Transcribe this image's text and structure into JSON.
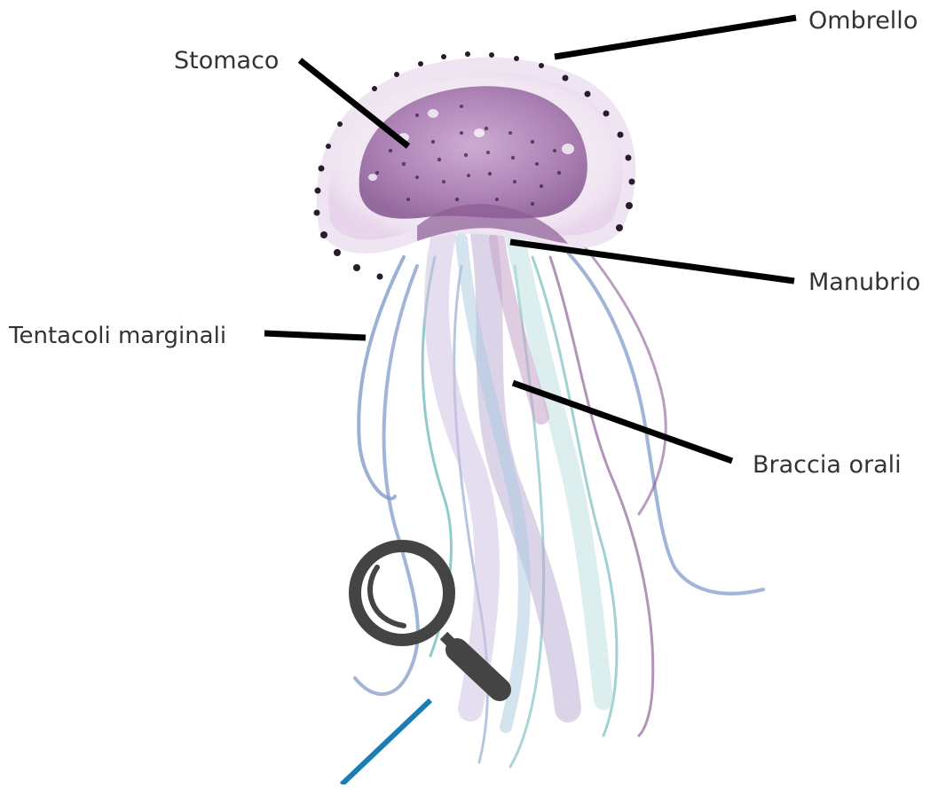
{
  "diagram": {
    "labels": {
      "umbrella": "Ombrello",
      "stomach": "Stomaco",
      "manubrium": "Manubrio",
      "marginal_tentacles": "Tentacoli marginali",
      "oral_arms": "Braccia orali"
    },
    "colors": {
      "leader_line": "#000000",
      "label_text": "#333333",
      "bell_purple": "#b07fb6",
      "bell_dark": "#8a5a93",
      "bell_rim": "#e6d5ea",
      "tentacle_blue": "#7b96c8",
      "tentacle_teal": "#63b3b3",
      "arm_lavender": "#b7a7d2",
      "magnifier_gray": "#444444",
      "pointer_blue": "#1a7db5"
    },
    "icons": {
      "zoom": "magnifier-icon"
    }
  }
}
